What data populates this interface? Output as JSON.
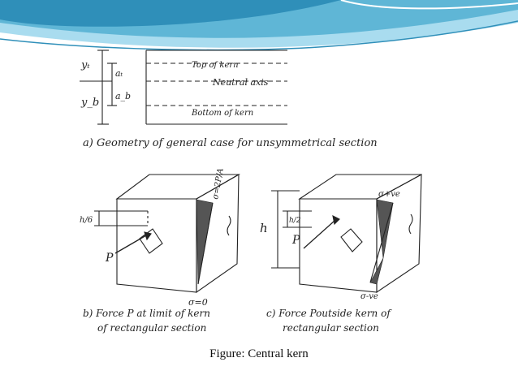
{
  "colors": {
    "wave_dark": "#3aa0c8",
    "wave_light": "#a9dcef",
    "ink": "#222222",
    "background": "#ffffff"
  },
  "part_a": {
    "label_yt": "yₜ",
    "label_yb": "y_b",
    "label_at": "aₜ",
    "label_ab": "a_b",
    "line_top": "Top of kern",
    "line_neutral": "Neutral axis",
    "line_bottom": "Bottom of kern",
    "caption": "a) Geometry of general case for unsymmetrical section"
  },
  "part_b": {
    "dim_label": "h/6",
    "force_label": "P",
    "stress_top": "σ=2P/A",
    "stress_bottom": "σ=0",
    "caption_line1": "b) Force P at limit of kern",
    "caption_line2": "of rectangular section"
  },
  "part_c": {
    "height_label": "h",
    "dim_label": "h/2",
    "force_label": "P",
    "stress_top": "σ+ve",
    "stress_bottom": "σ-ve",
    "caption_line1": "c) Force Poutside kern of",
    "caption_line2": "rectangular section"
  },
  "caption": "Figure: Central kern"
}
